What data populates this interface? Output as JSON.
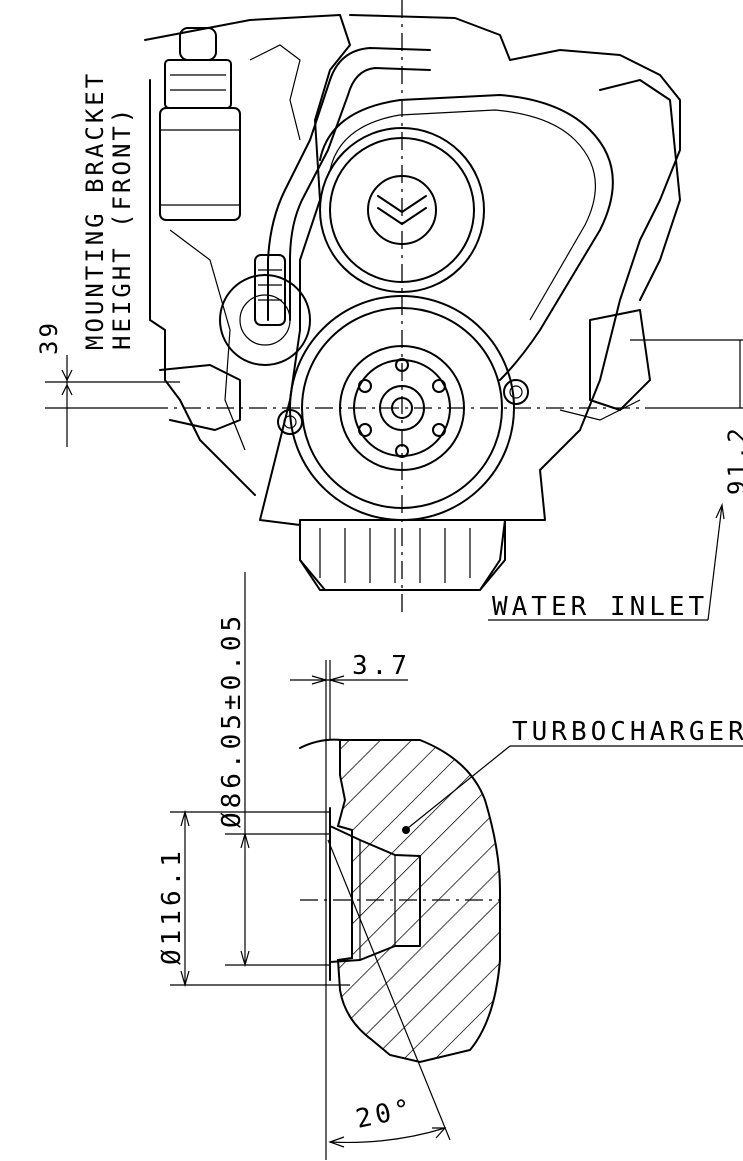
{
  "labels": {
    "mounting_bracket_line1": "MOUNTING BRACKET",
    "mounting_bracket_line2": "HEIGHT (FRONT)",
    "dim_39": "39",
    "dim_91_2": "91.2",
    "water_inlet": "WATER INLET",
    "dim_3_7": "3.7",
    "turbocharger": "TURBOCHARGER",
    "dim_86_05": "Ø86.05±0.05",
    "dim_116_1": "Ø116.1",
    "angle_20": "20°"
  }
}
